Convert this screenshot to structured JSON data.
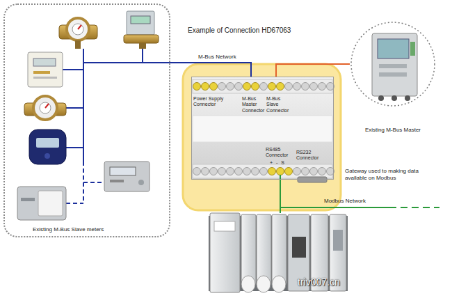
{
  "diagram": {
    "title": "Example of Connection HD67063",
    "nodes": [
      {
        "text": [
          "Existing M-Bus Slave meters"
        ]
      },
      {
        "text": [
          "Power Supply Connector",
          "M-Bus Master Connector",
          "M-Bus Slave Connector",
          "RS485 Connector",
          "+ - S",
          "RS232 Connector"
        ]
      },
      {
        "text": [
          "Existing M-Bus Master"
        ]
      }
    ],
    "edges": [
      {
        "from": 0,
        "to": 1,
        "arrow": "none",
        "label": "M-Bus Network"
      },
      {
        "from": 1,
        "to": 2,
        "arrow": "none"
      }
    ],
    "labels": [
      "Gateway used to making data available on Modbus",
      "Modbus Network",
      "triv007.cn"
    ]
  }
}
